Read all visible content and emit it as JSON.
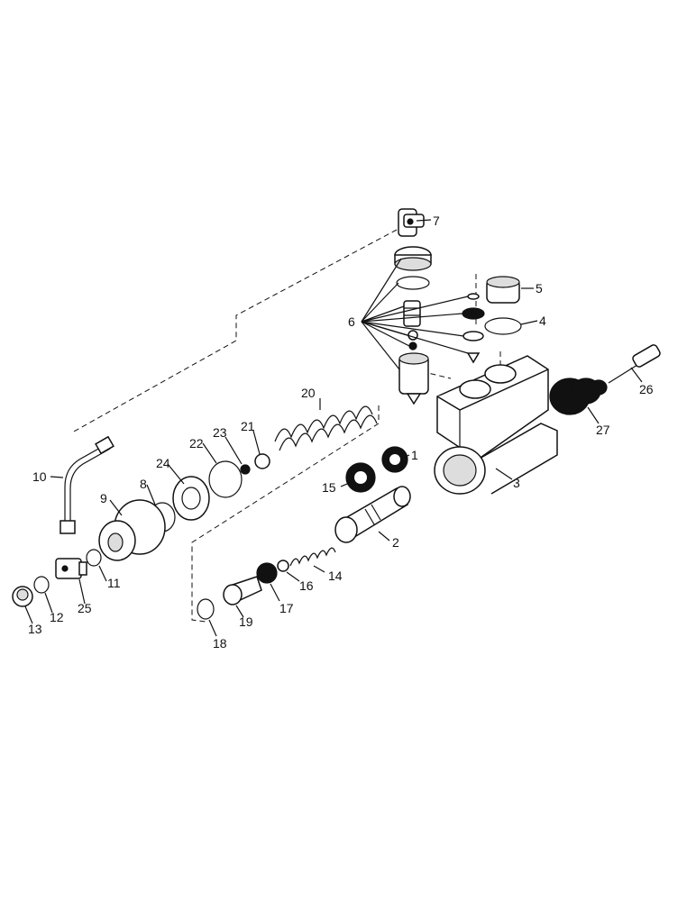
{
  "labels": {
    "p1": "1",
    "p2": "2",
    "p3": "3",
    "p4": "4",
    "p5": "5",
    "p6": "6",
    "p7": "7",
    "p8": "8",
    "p9": "9",
    "p10": "10",
    "p11": "11",
    "p12": "12",
    "p13": "13",
    "p14": "14",
    "p15": "15",
    "p16": "16",
    "p17": "17",
    "p18": "18",
    "p19": "19",
    "p20": "20",
    "p21": "21",
    "p22": "22",
    "p23": "23",
    "p24": "24",
    "p25": "25",
    "p26": "26",
    "p27": "27"
  }
}
